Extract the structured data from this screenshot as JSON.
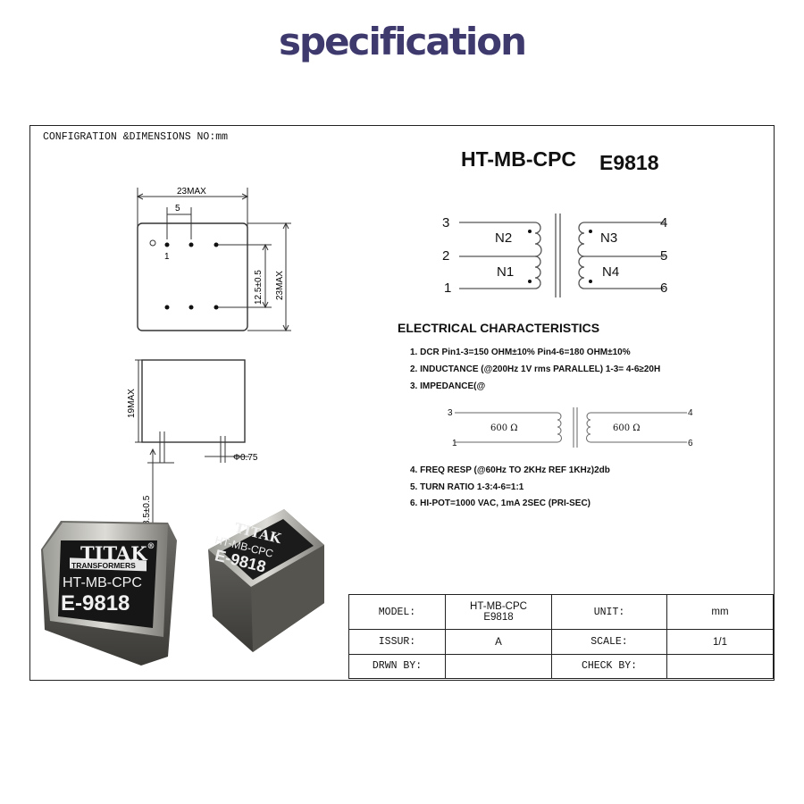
{
  "page_title": "specification",
  "header": {
    "config_label": "CONFIGRATION &DIMENSIONS NO:mm",
    "model_name": "HT-MB-CPC",
    "model_code": "E9818"
  },
  "top_view": {
    "width_label": "23MAX",
    "pin_pitch_label": "5",
    "pin1_label": "1",
    "row_spacing_label": "12.5±0.5",
    "height_label": "23MAX"
  },
  "side_view": {
    "height_label": "19MAX",
    "pin_diameter_label": "Φ0.75",
    "pin_length_label": "3.5±0.5"
  },
  "schematic": {
    "left_pins": [
      "3",
      "2",
      "1"
    ],
    "right_pins": [
      "4",
      "5",
      "6"
    ],
    "left_windings": [
      "N2",
      "N1"
    ],
    "right_windings": [
      "N3",
      "N4"
    ]
  },
  "electrical": {
    "title": "ELECTRICAL CHARACTERISTICS",
    "items": [
      "1.  DCR    Pin1-3=150 OHM±10%    Pin4-6=180 OHM±10%",
      "2.  INDUCTANCE (@200Hz 1V rms PARALLEL) 1-3= 4-6≥20H",
      "3.  IMPEDANCE(@",
      "4.  FREQ RESP (@60Hz TO 2KHz REF 1KHz)2db",
      "5.  TURN RATIO 1-3:4-6=1:1",
      "6.  HI-POT=1000 VAC, 1mA    2SEC (PRI-SEC)"
    ]
  },
  "impedance_diagram": {
    "left_top": "3",
    "left_bottom": "1",
    "right_top": "4",
    "right_bottom": "6",
    "left_value": "600 Ω",
    "right_value": "600 Ω"
  },
  "product": {
    "brand": "TITAK",
    "sub": "TRANSFORMERS",
    "model": "HT-MB-CPC",
    "code": "E-9818",
    "reg": "®"
  },
  "title_block": {
    "model_label": "MODEL:",
    "model_value_1": "HT-MB-CPC",
    "model_value_2": "E9818",
    "unit_label": "UNIT:",
    "unit_value": "mm",
    "issue_label": "ISSUR:",
    "issue_value": "A",
    "scale_label": "SCALE:",
    "scale_value": "1/1",
    "drawn_label": "DRWN BY:",
    "drawn_value": "",
    "check_label": "CHECK BY:",
    "check_value": ""
  }
}
